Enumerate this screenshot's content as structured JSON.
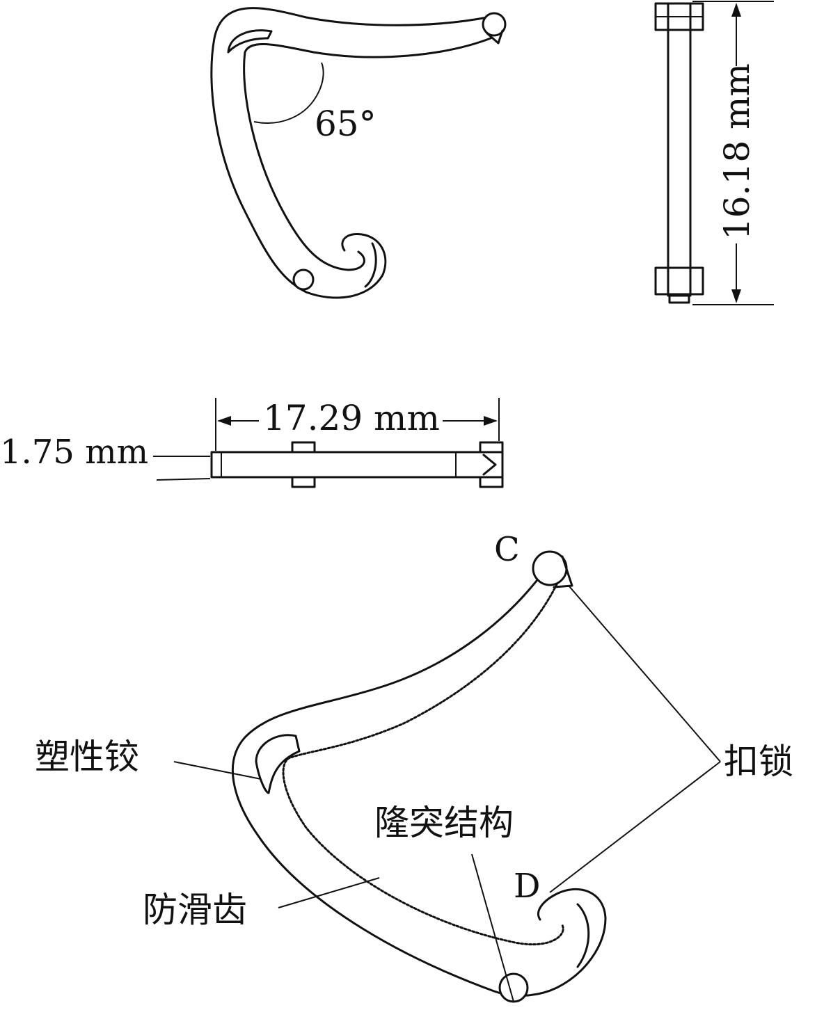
{
  "views": {
    "top": {
      "angle_label": "65°"
    },
    "side": {
      "height_label": "16.18 mm"
    },
    "front": {
      "width_label": "17.29 mm",
      "thickness_label": "1.75 mm"
    },
    "detail": {
      "point_c": "C",
      "point_d": "D",
      "label_hinge": "塑性铰",
      "label_lock": "扣锁",
      "label_bulge": "隆突结构",
      "label_teeth": "防滑齿"
    }
  },
  "colors": {
    "ink": "#111111",
    "background": "#ffffff"
  }
}
